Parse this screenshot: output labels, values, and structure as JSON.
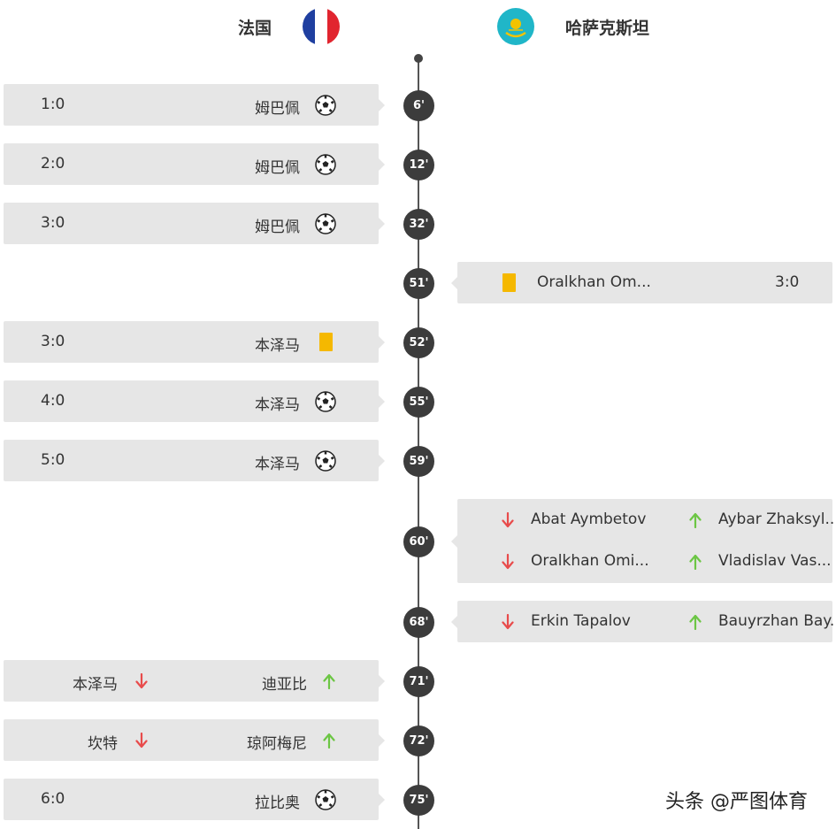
{
  "header": {
    "home_team": "法国",
    "away_team": "哈萨克斯坦",
    "home_flag_icon": "france-flag",
    "away_flag_icon": "kazakhstan-flag"
  },
  "timeline": [
    {
      "minute": "6'",
      "side": "home",
      "type": "goal",
      "score": "1:0",
      "player": "姆巴佩"
    },
    {
      "minute": "12'",
      "side": "home",
      "type": "goal",
      "score": "2:0",
      "player": "姆巴佩"
    },
    {
      "minute": "32'",
      "side": "home",
      "type": "goal",
      "score": "3:0",
      "player": "姆巴佩"
    },
    {
      "minute": "51'",
      "side": "away",
      "type": "yellow",
      "score": "3:0",
      "player": "Oralkhan Om..."
    },
    {
      "minute": "52'",
      "side": "home",
      "type": "yellow",
      "score": "3:0",
      "player": "本泽马"
    },
    {
      "minute": "55'",
      "side": "home",
      "type": "goal",
      "score": "4:0",
      "player": "本泽马"
    },
    {
      "minute": "59'",
      "side": "home",
      "type": "goal",
      "score": "5:0",
      "player": "本泽马"
    },
    {
      "minute": "60'",
      "side": "away",
      "type": "sub",
      "subs": [
        {
          "out": "Abat Aymbetov",
          "in": "Aybar Zhaksyl..."
        },
        {
          "out": "Oralkhan Omi...",
          "in": "Vladislav Vas..."
        }
      ]
    },
    {
      "minute": "68'",
      "side": "away",
      "type": "sub",
      "subs": [
        {
          "out": "Erkin Tapalov",
          "in": "Bauyrzhan Bay..."
        }
      ]
    },
    {
      "minute": "71'",
      "side": "home",
      "type": "sub",
      "subs": [
        {
          "out": "本泽马",
          "in": "迪亚比"
        }
      ]
    },
    {
      "minute": "72'",
      "side": "home",
      "type": "sub",
      "subs": [
        {
          "out": "坎特",
          "in": "琼阿梅尼"
        }
      ]
    },
    {
      "minute": "75'",
      "side": "home",
      "type": "goal",
      "score": "6:0",
      "player": "拉比奥"
    }
  ],
  "icons": {
    "goal": "soccer-ball-icon",
    "yellow": "yellow-card-icon",
    "sub_out": "arrow-down-red-icon",
    "sub_in": "arrow-up-green-icon"
  },
  "colors": {
    "card_bg": "#e6e6e6",
    "minute_badge": "#3c3c3c",
    "yellow_card": "#f5b800",
    "sub_out": "#e84b4b",
    "sub_in": "#6cc644"
  },
  "watermark": "头条 @严图体育"
}
